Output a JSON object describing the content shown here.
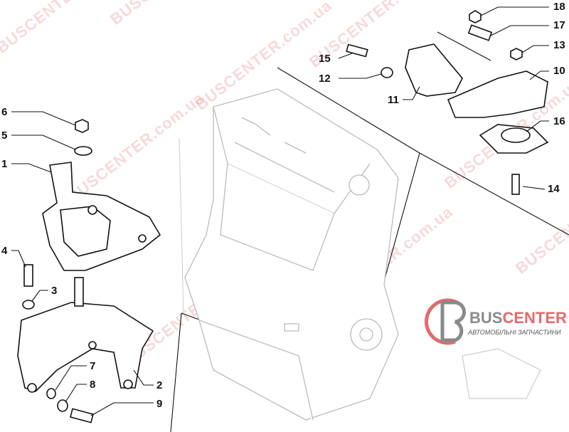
{
  "diagram": {
    "callouts": [
      {
        "id": "18",
        "label": "18"
      },
      {
        "id": "17",
        "label": "17"
      },
      {
        "id": "13",
        "label": "13"
      },
      {
        "id": "10",
        "label": "10"
      },
      {
        "id": "16",
        "label": "16"
      },
      {
        "id": "14",
        "label": "14"
      },
      {
        "id": "15",
        "label": "15"
      },
      {
        "id": "12",
        "label": "12"
      },
      {
        "id": "11",
        "label": "11"
      },
      {
        "id": "6",
        "label": "6"
      },
      {
        "id": "5",
        "label": "5"
      },
      {
        "id": "1",
        "label": "1"
      },
      {
        "id": "4",
        "label": "4"
      },
      {
        "id": "3",
        "label": "3"
      },
      {
        "id": "2",
        "label": "2"
      },
      {
        "id": "7",
        "label": "7"
      },
      {
        "id": "8",
        "label": "8"
      },
      {
        "id": "9",
        "label": "9"
      }
    ]
  },
  "watermark": {
    "text": "BUSCENTER.com.ua"
  },
  "logo": {
    "brand_part1": "BUS",
    "brand_part2": "CENTER",
    "subtitle": "АВТОМОБІЛЬНІ ЗАПЧАСТИНИ",
    "colors": {
      "gray": "#8a8a8a",
      "red": "#e36b6b"
    }
  }
}
